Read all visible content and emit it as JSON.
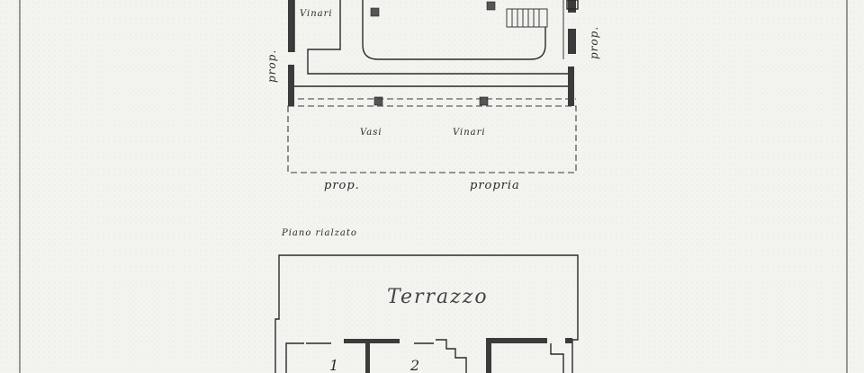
{
  "cellar": {
    "labels": {
      "vinari_top": "Vinari",
      "prop_left": "prop.",
      "prop_right": "prop.",
      "vasi": "Vasi",
      "vinari_bottom": "Vinari",
      "prop_bottom": "prop.",
      "propria_bottom": "propria"
    }
  },
  "ground_floor": {
    "title": "Piano rialzato",
    "terrace": "Terrazzo",
    "rooms": [
      "1",
      "2"
    ]
  },
  "colors": {
    "paper": "#f3f3f0",
    "ink": "#2a2a2a",
    "frame": "#3a3a3a"
  }
}
